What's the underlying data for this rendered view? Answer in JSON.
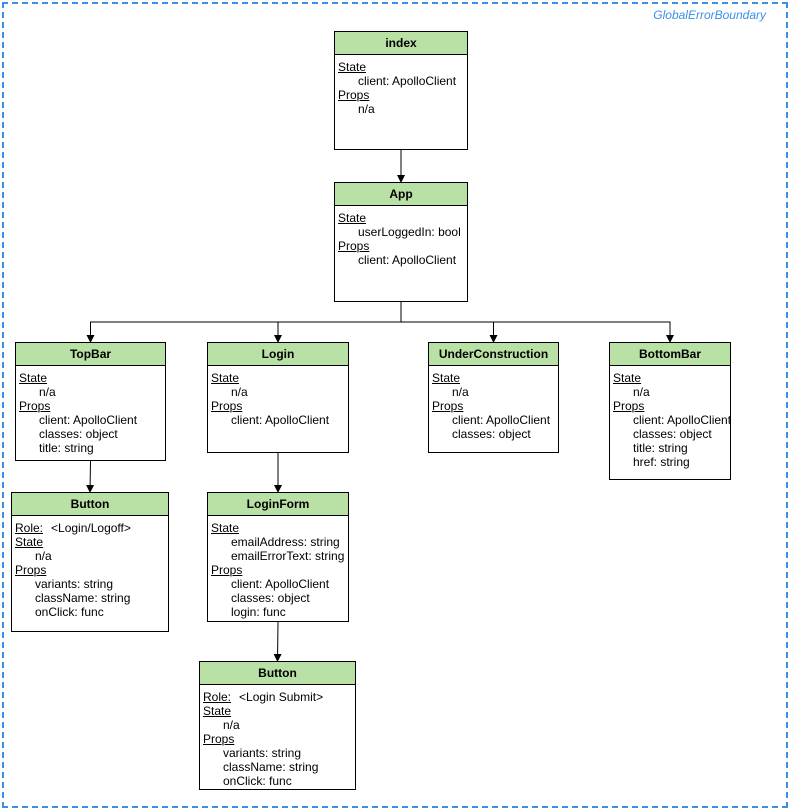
{
  "boundary_label": "GlobalErrorBoundary",
  "colors": {
    "header_fill": "#b9e0a5",
    "boundary": "#3d8fe6",
    "border": "#000000"
  },
  "labels": {
    "state": "State",
    "props": "Props",
    "role": "Role:"
  },
  "nodes": [
    {
      "id": "index",
      "title": "index",
      "state": [
        "client: ApolloClient"
      ],
      "props": [
        "n/a"
      ]
    },
    {
      "id": "app",
      "title": "App",
      "state": [
        "userLoggedIn: bool"
      ],
      "props": [
        "client: ApolloClient"
      ]
    },
    {
      "id": "topbar",
      "title": "TopBar",
      "state": [
        "n/a"
      ],
      "props": [
        "client: ApolloClient",
        "classes: object",
        "title: string"
      ]
    },
    {
      "id": "login",
      "title": "Login",
      "state": [
        "n/a"
      ],
      "props": [
        "client: ApolloClient"
      ]
    },
    {
      "id": "underconstruction",
      "title": "UnderConstruction",
      "state": [
        "n/a"
      ],
      "props": [
        "client: ApolloClient",
        "classes: object"
      ]
    },
    {
      "id": "bottombar",
      "title": "BottomBar",
      "state": [
        "n/a"
      ],
      "props": [
        "client: ApolloClient",
        "classes: object",
        "title: string",
        "href: string"
      ]
    },
    {
      "id": "button1",
      "title": "Button",
      "role": "<Login/Logoff>",
      "state": [
        "n/a"
      ],
      "props": [
        "variants: string",
        "className: string",
        "onClick: func"
      ]
    },
    {
      "id": "loginform",
      "title": "LoginForm",
      "state": [
        "emailAddress: string",
        "emailErrorText: string"
      ],
      "props": [
        "client: ApolloClient",
        "classes: object",
        "login: func"
      ]
    },
    {
      "id": "button2",
      "title": "Button",
      "role": "<Login Submit>",
      "state": [
        "n/a"
      ],
      "props": [
        "variants: string",
        "className: string",
        "onClick: func"
      ]
    }
  ],
  "edges": [
    {
      "from": "index",
      "to": "app"
    },
    {
      "from": "app",
      "to": "topbar"
    },
    {
      "from": "app",
      "to": "login"
    },
    {
      "from": "app",
      "to": "underconstruction"
    },
    {
      "from": "app",
      "to": "bottombar"
    },
    {
      "from": "topbar",
      "to": "button1"
    },
    {
      "from": "login",
      "to": "loginform"
    },
    {
      "from": "loginform",
      "to": "button2"
    }
  ]
}
